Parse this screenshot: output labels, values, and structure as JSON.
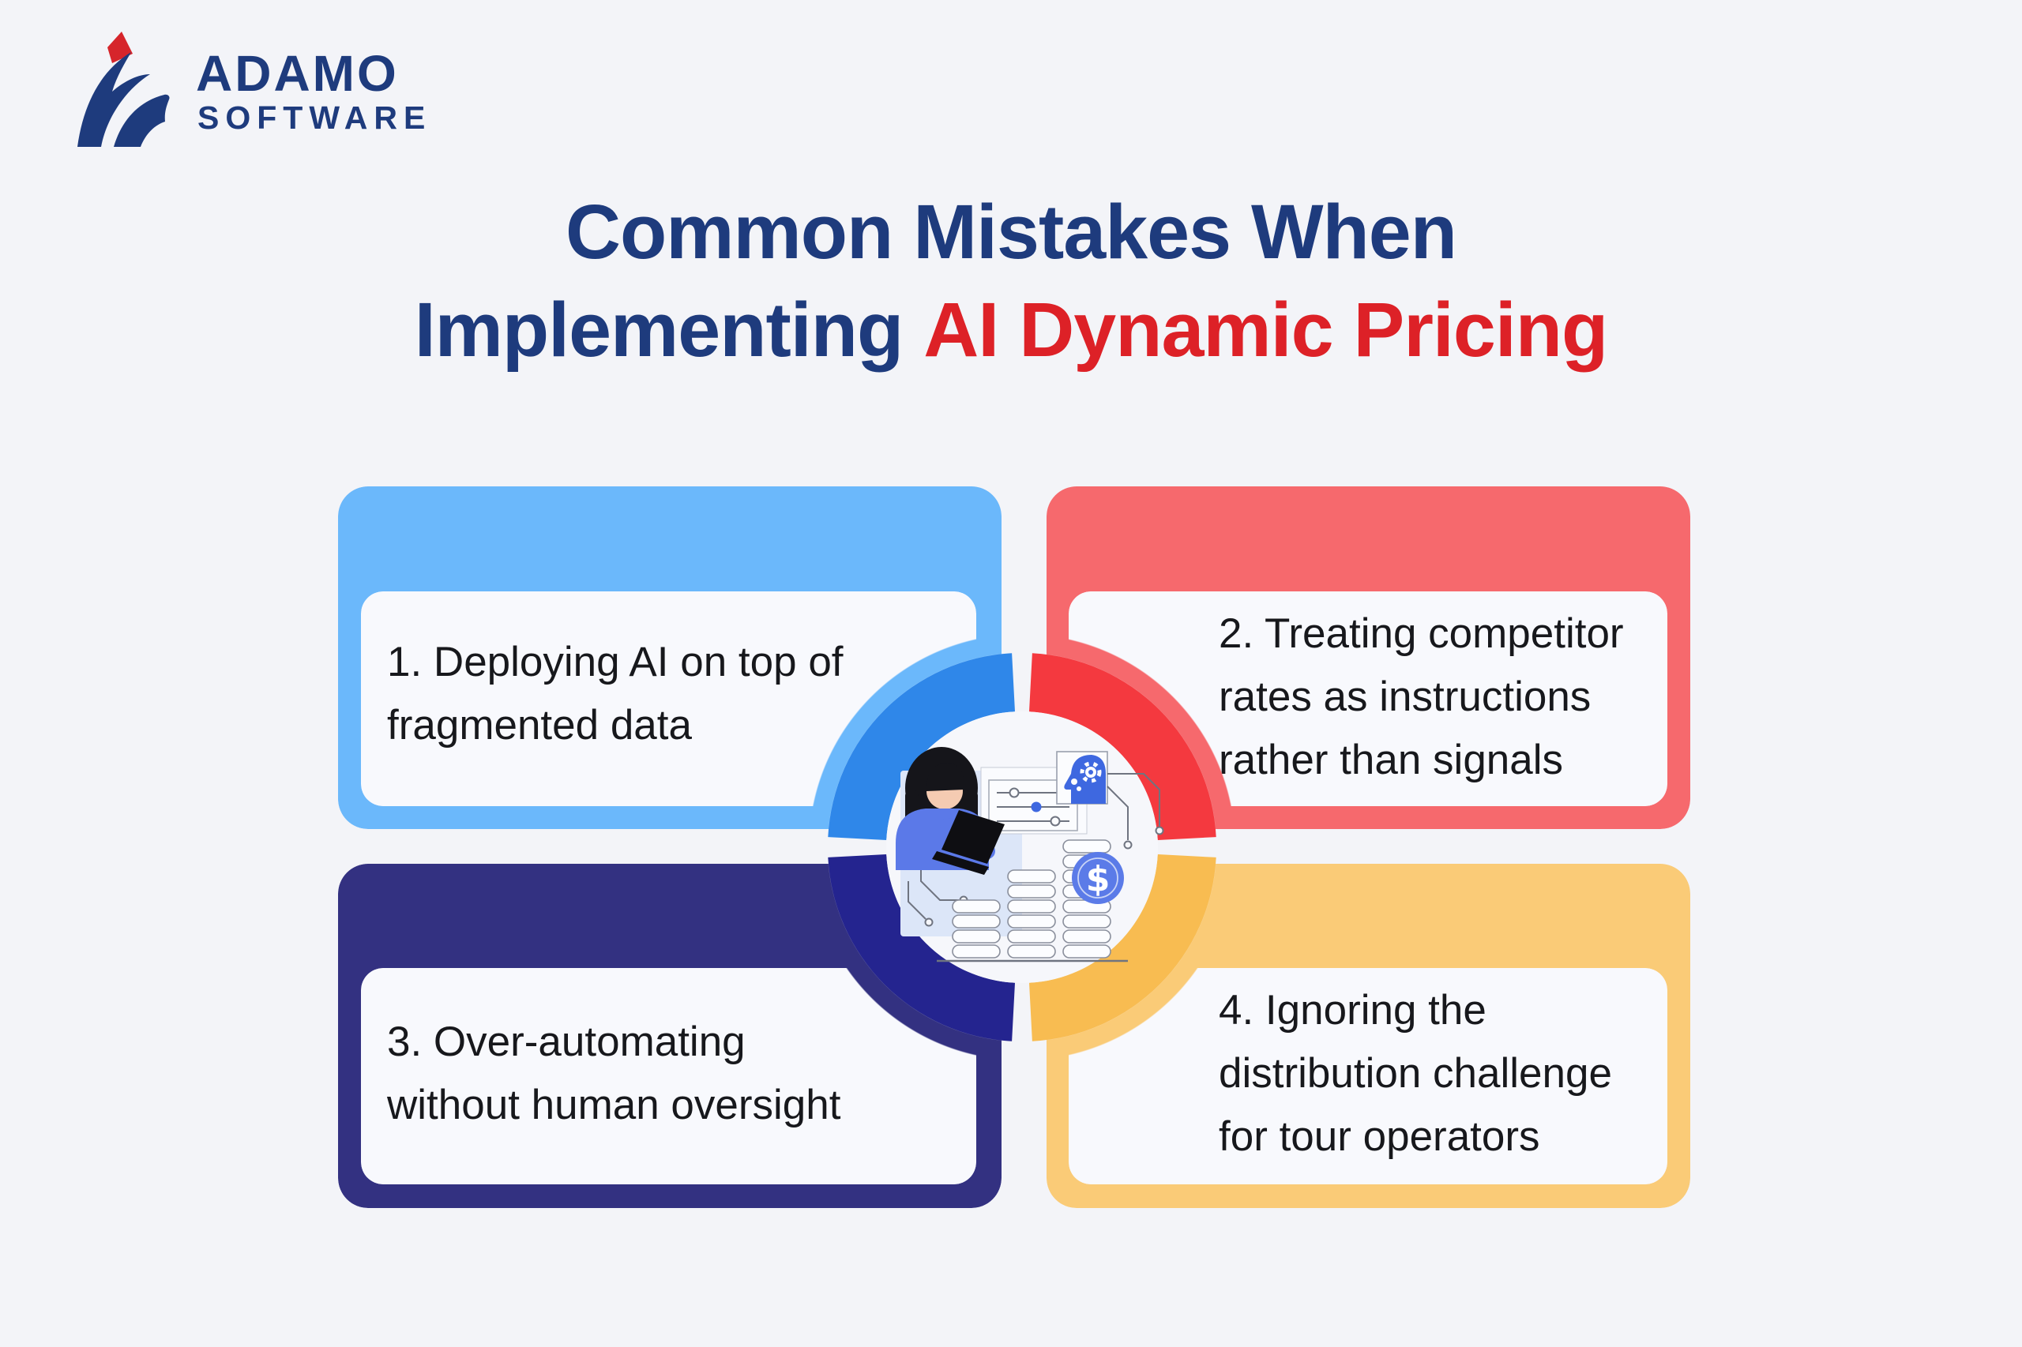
{
  "page": {
    "background": "#F3F4F8"
  },
  "logo": {
    "brand": "ADAMO",
    "sub": "SOFTWARE",
    "text_color": "#1E3B7D",
    "accent_color": "#D6252B"
  },
  "title": {
    "line1": "Common Mistakes When",
    "line2_navy": "Implementing",
    "line2_red": "AI Dynamic Pricing",
    "navy_color": "#1E3B7D",
    "red_color": "#DD2127"
  },
  "cards": [
    {
      "number": "1",
      "lines": [
        "1. Deploying AI on top of",
        "fragmented data"
      ],
      "card_color": "#6BB8FB",
      "ring_color": "#2F87E9"
    },
    {
      "number": "2",
      "lines": [
        "2. Treating competitor",
        "rates as instructions",
        "rather than signals"
      ],
      "card_color": "#F6696D",
      "ring_color": "#F4393F"
    },
    {
      "number": "3",
      "lines": [
        "3. Over-automating",
        "without human oversight"
      ],
      "card_color": "#333181",
      "ring_color": "#24248F"
    },
    {
      "number": "4",
      "lines": [
        "4. Ignoring the",
        "distribution challenge",
        "for tour operators"
      ],
      "card_color": "#FACB77",
      "ring_color": "#F8BC51"
    }
  ],
  "center_illustration": {
    "dollar_sign": "$",
    "disc_color": "#F6F7FB",
    "figure_blue": "#5B79E8",
    "ai_blue": "#3E68E0"
  }
}
